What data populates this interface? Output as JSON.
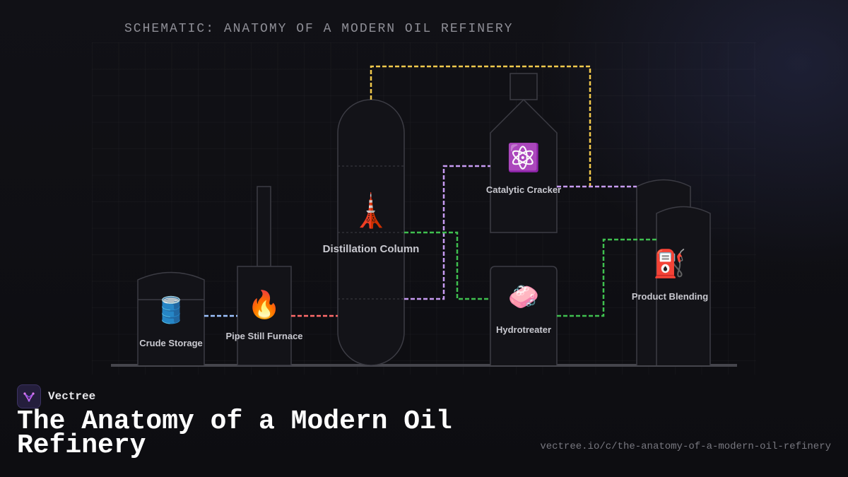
{
  "header": {
    "schematic_title": "SCHEMATIC: ANATOMY OF A MODERN OIL REFINERY"
  },
  "nodes": {
    "crude_storage": {
      "label": "Crude Storage",
      "icon": "oil-drum-icon",
      "glyph": "🛢️"
    },
    "pipe_still_furnace": {
      "label": "Pipe Still Furnace",
      "icon": "fire-icon",
      "glyph": "🔥"
    },
    "distillation_column": {
      "label": "Distillation Column",
      "icon": "tower-icon",
      "glyph": "🗼"
    },
    "catalytic_cracker": {
      "label": "Catalytic Cracker",
      "icon": "atom-icon",
      "glyph": "⚛️"
    },
    "hydrotreater": {
      "label": "Hydrotreater",
      "icon": "soap-icon",
      "glyph": "🧼"
    },
    "product_blending": {
      "label": "Product Blending",
      "icon": "fuel-pump-icon",
      "glyph": "⛽"
    }
  },
  "colors": {
    "crude_line": "#9ec3ff",
    "furnace_line": "#ff6b6b",
    "cracker_line": "#c79bf2",
    "hydro_line": "#3fbf4f",
    "overhead_line": "#f2c94c",
    "outline": "#3c3c44"
  },
  "brand": {
    "name": "Vectree",
    "logo_icon": "vectree-logo-icon"
  },
  "footer": {
    "title": "The Anatomy of a Modern Oil Refinery",
    "url": "vectree.io/c/the-anatomy-of-a-modern-oil-refinery"
  }
}
